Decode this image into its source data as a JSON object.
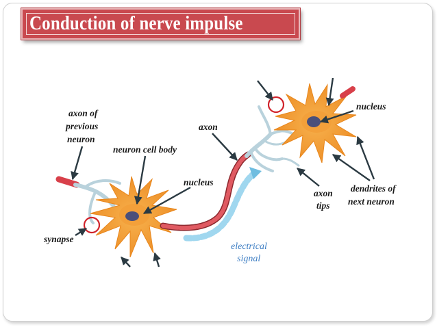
{
  "title": "Conduction of nerve impulse",
  "labels": {
    "axon_prev_1": "axon of",
    "axon_prev_2": "previous",
    "axon_prev_3": "neuron",
    "cell_body": "neuron cell body",
    "nucleus_left": "nucleus",
    "synapse": "synapse",
    "axon": "axon",
    "electrical_1": "electrical",
    "electrical_2": "signal",
    "nucleus_right": "nucleus",
    "axon_tips_1": "axon",
    "axon_tips_2": "tips",
    "dendrites_1": "dendrites of",
    "dendrites_2": "next neuron"
  },
  "colors": {
    "title_bg": "#c9494f",
    "cell_body": "#f29a30",
    "nucleus": "#4a4f7a",
    "axon_myelin": "#d8404a",
    "dendrite_branch": "#b9d2dc",
    "signal": "#76c3e3",
    "synapse_circle": "#d0222a",
    "arrow": "#2b3a42"
  }
}
